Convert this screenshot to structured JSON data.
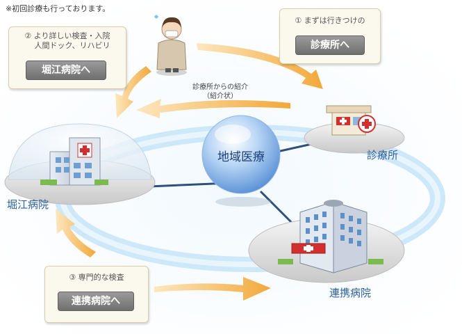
{
  "note": "※初回診療も行っております。",
  "step1": {
    "caption": "① まずは行きつけの",
    "button": "診療所へ"
  },
  "step2": {
    "caption_line1": "② より詳しい検査・入院",
    "caption_line2": "人間ドック、リハビリ",
    "button": "堀江病院へ"
  },
  "step3": {
    "caption": "③ 専門的な検査",
    "button": "連携病院へ"
  },
  "referral": {
    "line1": "診療所からの紹介",
    "line2": "（紹介状）"
  },
  "nodes": {
    "center": "地域医療",
    "clinic": "診療所",
    "horie": "堀江病院",
    "partner": "連携病院"
  },
  "colors": {
    "arrow": "#f3b04a",
    "ring": "#bfe1f5",
    "line": "#2f4f7d",
    "sphere": "#6fa6e0"
  }
}
